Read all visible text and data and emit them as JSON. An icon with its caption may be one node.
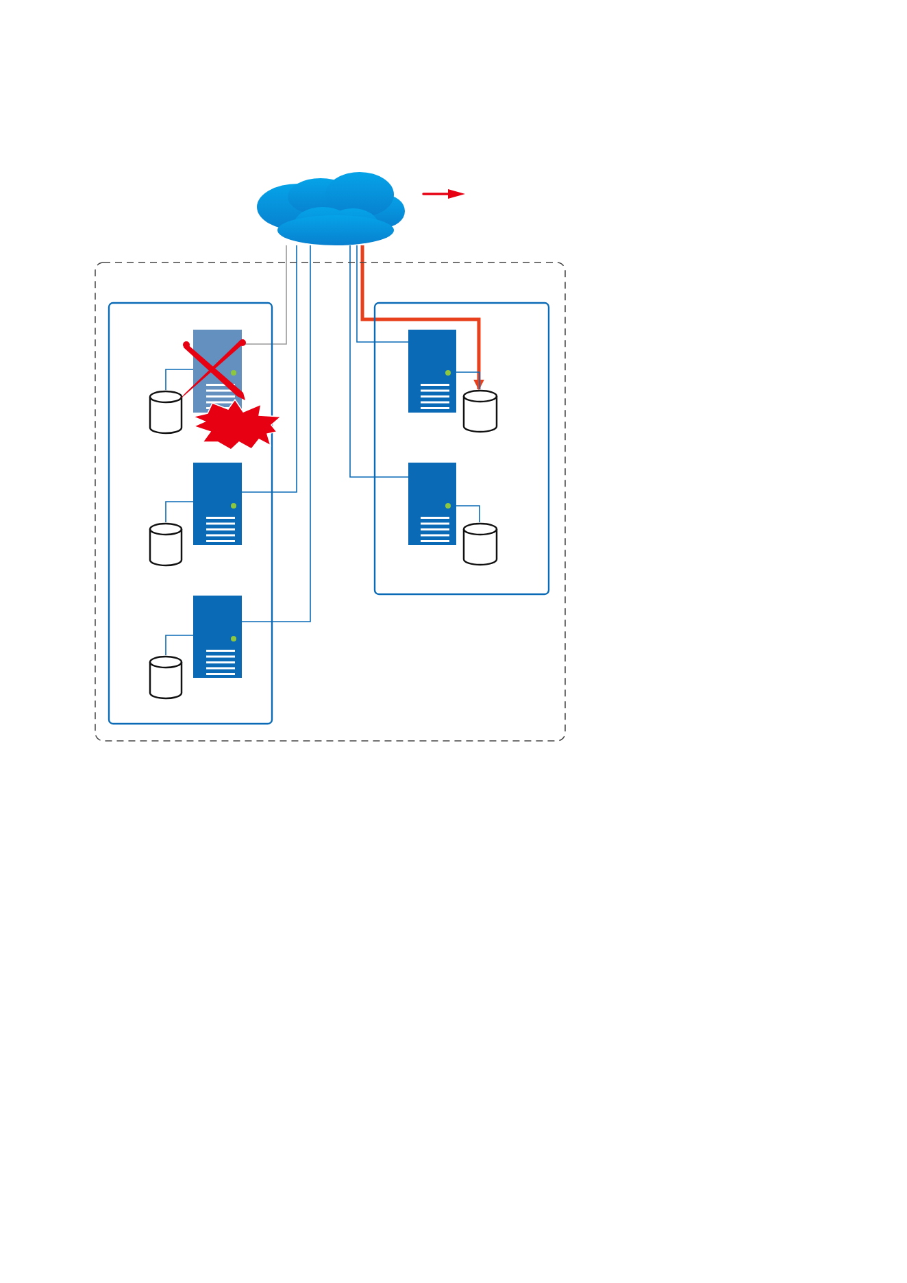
{
  "diagram": {
    "nodes": [
      {
        "text": [],
        "shape": "cloud"
      },
      {
        "text": [],
        "shape": "box"
      },
      {
        "text": [],
        "shape": "box",
        "in": 1
      },
      {
        "text": [],
        "shape": "server",
        "in": 2
      },
      {
        "text": [],
        "shape": "cylinder",
        "in": 2
      },
      {
        "text": [],
        "shape": "server",
        "in": 2
      },
      {
        "text": [],
        "shape": "cylinder",
        "in": 2
      },
      {
        "text": [],
        "shape": "server",
        "in": 2
      },
      {
        "text": [],
        "shape": "cylinder",
        "in": 2
      },
      {
        "text": [],
        "shape": "box",
        "in": 1
      },
      {
        "text": [],
        "shape": "server",
        "in": 9
      },
      {
        "text": [],
        "shape": "cylinder",
        "in": 9
      },
      {
        "text": [],
        "shape": "server",
        "in": 9
      },
      {
        "text": [],
        "shape": "cylinder",
        "in": 9
      }
    ],
    "edges": [
      {
        "from": 0,
        "to": 3,
        "arrow": "none",
        "color": "#999999"
      },
      {
        "from": 0,
        "to": 5,
        "arrow": "none"
      },
      {
        "from": 0,
        "to": 7,
        "arrow": "none"
      },
      {
        "from": 0,
        "to": 10,
        "arrow": "none"
      },
      {
        "from": 0,
        "to": 12,
        "arrow": "none"
      },
      {
        "from": 0,
        "to": 11,
        "arrow": "to",
        "style": "thick",
        "color": "#e8401c"
      },
      {
        "from": 3,
        "to": 4,
        "arrow": "none"
      },
      {
        "from": 5,
        "to": 6,
        "arrow": "none"
      },
      {
        "from": 7,
        "to": 8,
        "arrow": "none"
      },
      {
        "from": 10,
        "to": 11,
        "arrow": "none"
      },
      {
        "from": 12,
        "to": 13,
        "arrow": "none"
      }
    ]
  }
}
